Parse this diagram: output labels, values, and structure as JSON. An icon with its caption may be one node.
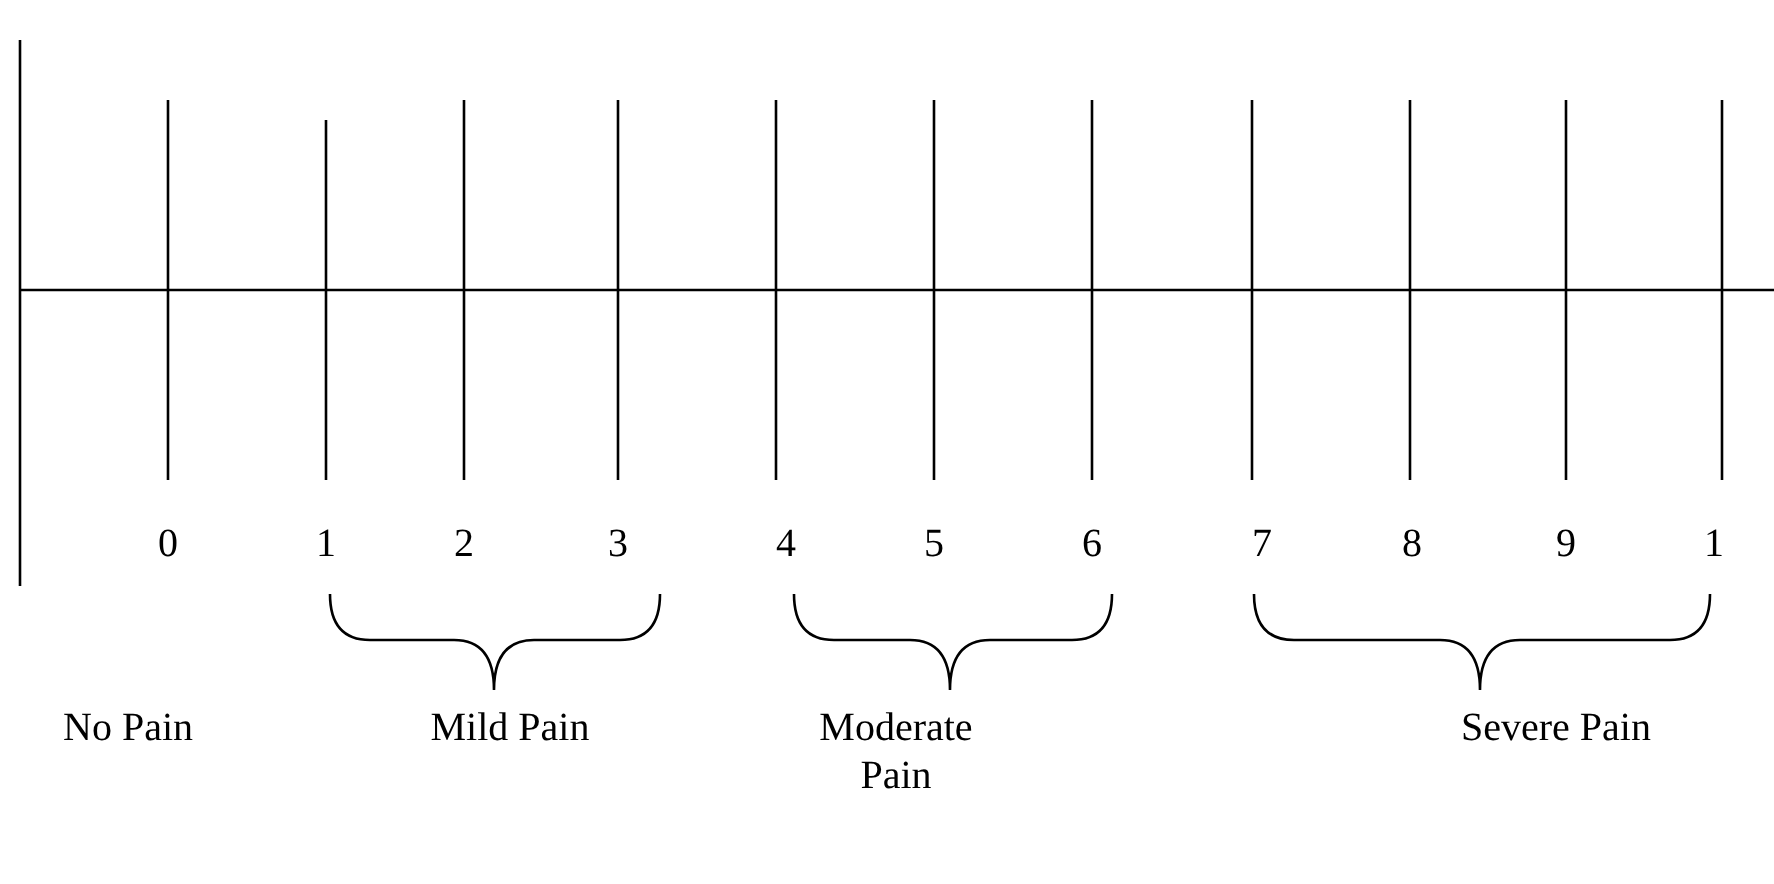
{
  "diagram": {
    "labels": [
      "0",
      "1",
      "2",
      "3",
      "4",
      "5",
      "6",
      "7",
      "8",
      "9",
      "1",
      "No Pain",
      "Mild Pain",
      "Moderate Pain",
      "Severe Pain"
    ]
  }
}
